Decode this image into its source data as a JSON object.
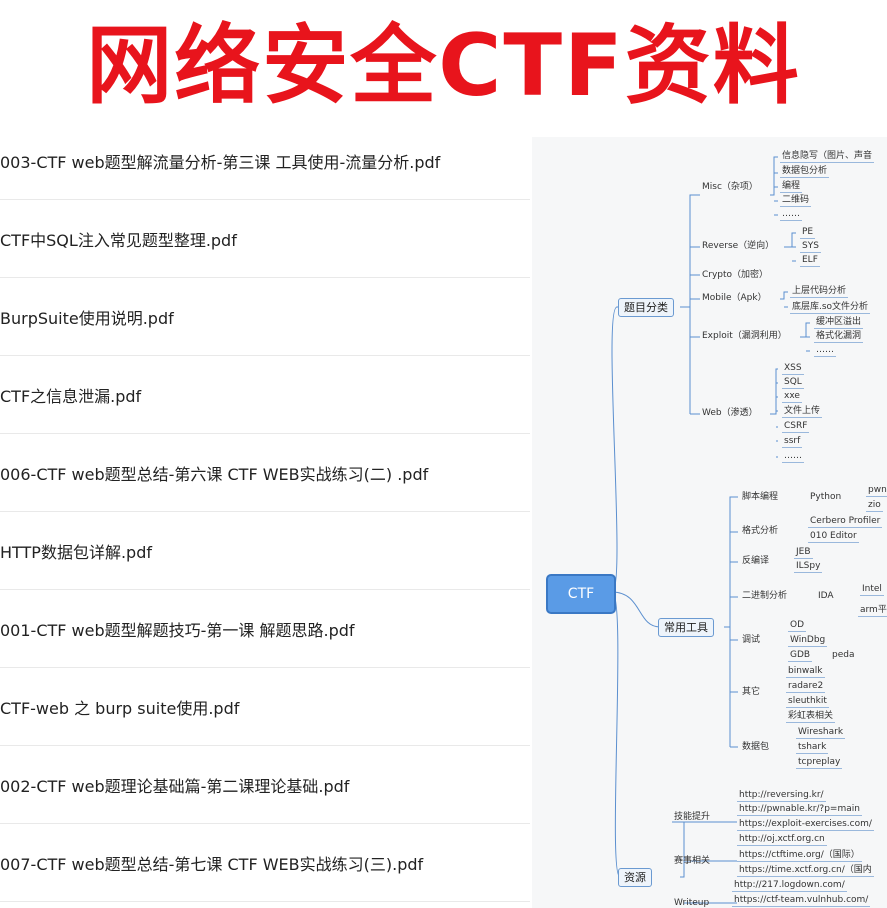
{
  "title": "网络安全CTF资料",
  "files": [
    "003-CTF web题型解流量分析-第三课 工具使用-流量分析.pdf",
    "CTF中SQL注入常见题型整理.pdf",
    "BurpSuite使用说明.pdf",
    "CTF之信息泄漏.pdf",
    "006-CTF web题型总结-第六课 CTF WEB实战练习(二) .pdf",
    "HTTP数据包详解.pdf",
    "001-CTF web题型解题技巧-第一课 解题思路.pdf",
    "CTF-web 之 burp suite使用.pdf",
    "002-CTF web题理论基础篇-第二课理论基础.pdf",
    "007-CTF web题型总结-第七课 CTF WEB实战练习(三).pdf"
  ],
  "mindmap": {
    "root": "CTF",
    "b1": "题目分类",
    "b2": "常用工具",
    "b3": "资源",
    "misc": "Misc（杂项）",
    "misc_items": [
      "信息隐写（图片、声音",
      "数据包分析",
      "编程",
      "二维码",
      "……"
    ],
    "reverse": "Reverse（逆向）",
    "reverse_items": [
      "PE",
      "SYS",
      "ELF"
    ],
    "crypto": "Crypto（加密）",
    "mobile": "Mobile（Apk）",
    "mobile_items": [
      "上层代码分析",
      "底层库.so文件分析"
    ],
    "exploit": "Exploit（漏洞利用）",
    "exploit_items": [
      "缓冲区溢出",
      "格式化漏洞",
      "……"
    ],
    "web": "Web（渗透）",
    "web_items": [
      "XSS",
      "SQL",
      "xxe",
      "文件上传",
      "CSRF",
      "ssrf",
      "……"
    ],
    "script": "脚本编程",
    "python": "Python",
    "python_items": [
      "pwn",
      "zio"
    ],
    "format": "格式分析",
    "format_items": [
      "Cerbero Profiler",
      "010 Editor"
    ],
    "decompile": "反编译",
    "decompile_items": [
      "JEB",
      "ILSpy"
    ],
    "binary": "二进制分析",
    "ida": "IDA",
    "ida_items": [
      "Intel",
      "arm平"
    ],
    "debug": "调试",
    "debug_items": [
      "OD",
      "WinDbg",
      "GDB"
    ],
    "peda": "peda",
    "other": "其它",
    "other_items": [
      "binwalk",
      "radare2",
      "sleuthkit",
      "彩虹表相关"
    ],
    "packet": "数据包",
    "packet_items": [
      "Wireshark",
      "tshark",
      "tcpreplay"
    ],
    "skills": "技能提升",
    "skills_items": [
      "http://reversing.kr/",
      "http://pwnable.kr/?p=main",
      "https://exploit-exercises.com/",
      "http://oj.xctf.org.cn"
    ],
    "contest": "赛事相关",
    "contest_items": [
      "https://ctftime.org/（国际）",
      "https://time.xctf.org.cn/（国内"
    ],
    "writeup": "Writeup",
    "writeup_items": [
      "http://217.logdown.com/",
      "https://ctf-team.vulnhub.com/"
    ]
  }
}
